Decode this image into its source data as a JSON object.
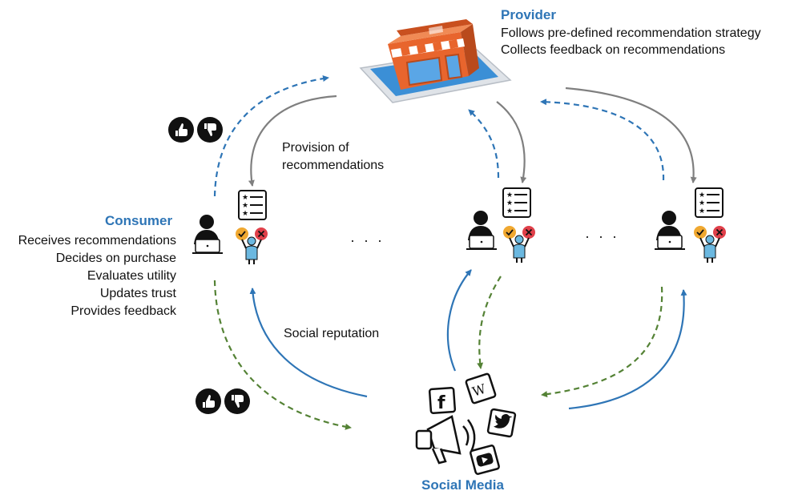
{
  "provider": {
    "title": "Provider",
    "lines": [
      "Follows pre-defined recommendation strategy",
      "Collects feedback on recommendations"
    ]
  },
  "consumer": {
    "title": "Consumer",
    "lines": [
      "Receives recommendations",
      "Decides on purchase",
      "Evaluates utility",
      "Updates trust",
      "Provides feedback"
    ]
  },
  "labels": {
    "provision": [
      "Provision of",
      "recommendations"
    ],
    "social_reputation": "Social reputation",
    "social_media": "Social Media",
    "ellipsis": "· · ·"
  },
  "colors": {
    "blue": "#2e75b6",
    "green": "#548235",
    "gray": "#7f7f7f",
    "store_orange": "#e8652d",
    "accent_title": "#2e75b6"
  },
  "icons": [
    "store-icon",
    "user-laptop-icon",
    "rating-list-icon",
    "check-icon",
    "cross-icon",
    "thumbs-up-icon",
    "thumbs-down-icon",
    "facebook-icon",
    "wikipedia-icon",
    "twitter-icon",
    "youtube-icon",
    "megaphone-icon"
  ]
}
